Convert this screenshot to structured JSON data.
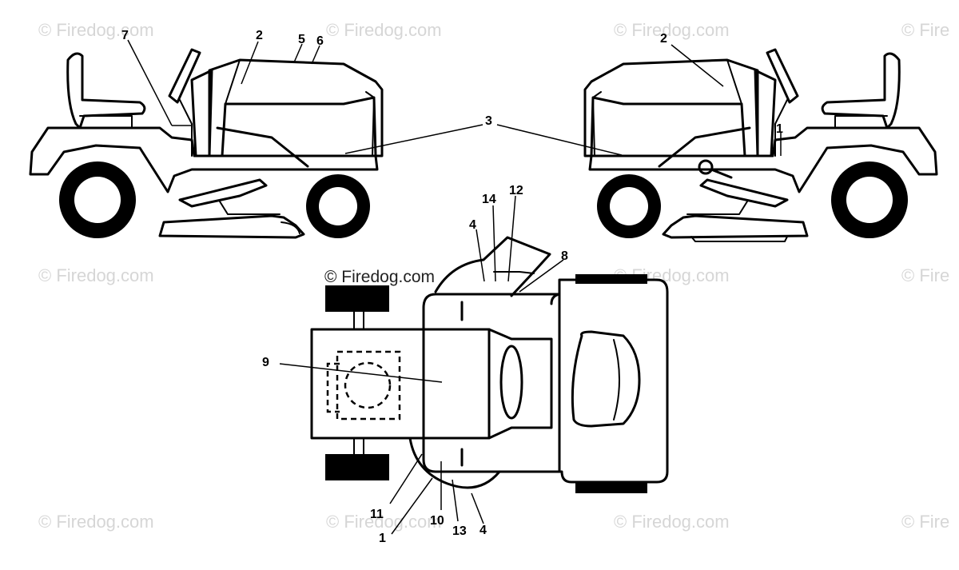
{
  "watermark": {
    "text": "© Firedog.com",
    "partial_text": "© Fire",
    "center_text": "© Firedog.com"
  },
  "callouts": {
    "left_view": {
      "c7": "7",
      "c2": "2",
      "c5": "5",
      "c6": "6"
    },
    "shared": {
      "c3": "3"
    },
    "right_view": {
      "c2": "2",
      "c1": "1"
    },
    "top_view": {
      "c14": "14",
      "c12": "12",
      "c4a": "4",
      "c8": "8",
      "c9": "9",
      "c11": "11",
      "c1": "1",
      "c10": "10",
      "c13": "13",
      "c4b": "4"
    }
  },
  "colors": {
    "line": "#000000",
    "watermark": "#d6d6d6",
    "background": "#ffffff"
  }
}
